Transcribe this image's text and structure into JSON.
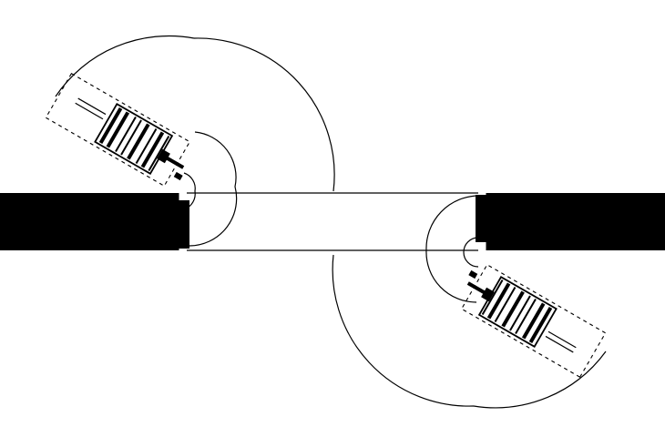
{
  "diagram": {
    "kind": "door-swing-plan",
    "colors": {
      "background": "#ffffff",
      "stroke": "#000000",
      "wall_fill": "#000000",
      "leaf_fill": "#ffffff"
    },
    "elements": {
      "walls": [
        "left-wall",
        "right-wall"
      ],
      "opening": "door-opening",
      "doors": [
        "upper-left-door-leaf",
        "lower-right-door-leaf"
      ],
      "swing_arcs": [
        "upper-left-swing-arc",
        "lower-right-swing-arc"
      ]
    }
  }
}
